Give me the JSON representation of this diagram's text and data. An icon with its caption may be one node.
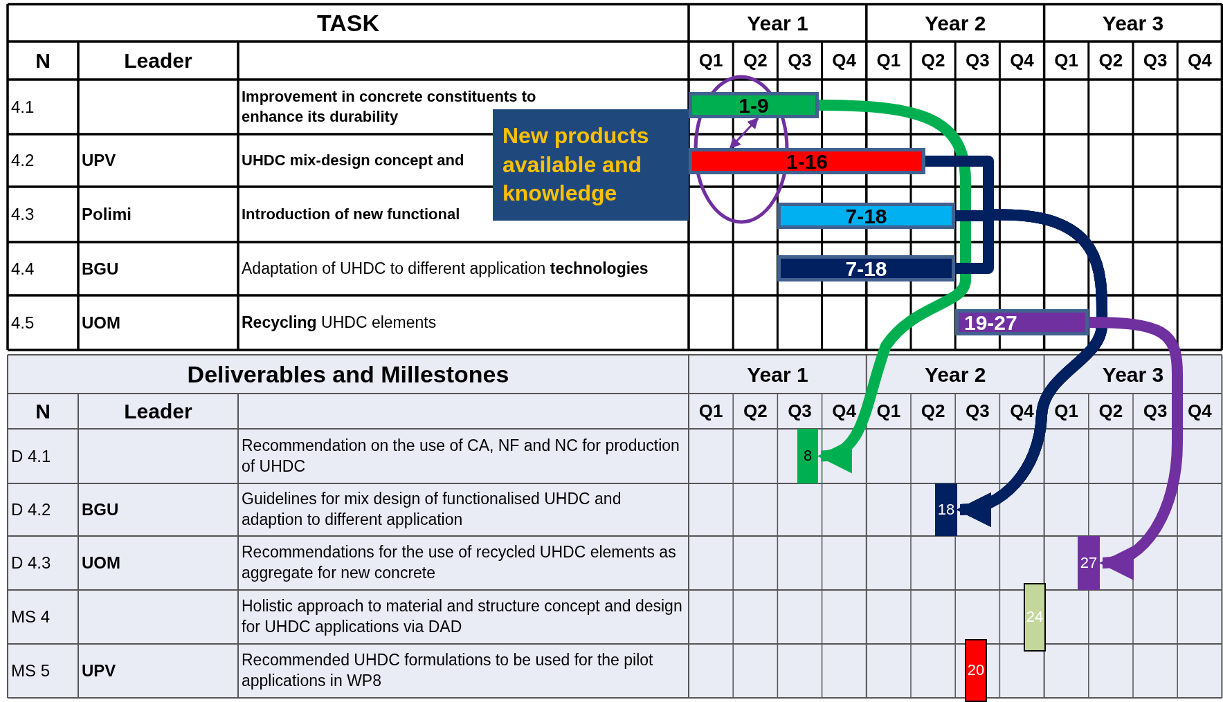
{
  "diagram": {
    "nodes": [
      {
        "text": [
          "1-9"
        ]
      },
      {
        "text": [
          "1-16"
        ]
      },
      {
        "text": [
          "7-18"
        ]
      },
      {
        "text": [
          "7-18"
        ]
      },
      {
        "text": [
          "19-27"
        ]
      },
      {
        "text": [
          "8"
        ]
      },
      {
        "text": [
          "18"
        ]
      },
      {
        "text": [
          "27"
        ]
      },
      {
        "text": [
          "24"
        ]
      },
      {
        "text": [
          "20"
        ]
      },
      {
        "text": [
          "New products available and knowledge"
        ]
      }
    ],
    "edges": [
      {
        "from": 0,
        "to": 1,
        "arrow": "both",
        "color": "#7030a0"
      },
      {
        "from": 0,
        "to": 5,
        "arrow": "to",
        "color": "#00b050"
      },
      {
        "from": 1,
        "to": 6,
        "arrow": "to",
        "color": "#002060"
      },
      {
        "from": 2,
        "to": 6,
        "arrow": "to",
        "color": "#002060"
      },
      {
        "from": 3,
        "to": 6,
        "arrow": "to",
        "color": "#002060"
      },
      {
        "from": 4,
        "to": 7,
        "arrow": "to",
        "color": "#7030a0"
      }
    ],
    "labels": [
      "TASK",
      "Year 1",
      "Year 2",
      "Year 3",
      "N",
      "Leader",
      "Q1",
      "Q2",
      "Q3",
      "Q4",
      "Q1",
      "Q2",
      "Q3",
      "Q4",
      "Q1",
      "Q2",
      "Q3",
      "Q4",
      "4.1",
      "Improvement in concrete constituents to enhance its durability",
      "4.2",
      "UPV",
      "UHDC mix-design concept and",
      "4.3",
      "Polimi",
      "Introduction of new functional",
      "4.4",
      "BGU",
      "Adaptation of UHDC to different application **technologies**",
      "4.5",
      "UOM",
      "**Recycling** UHDC elements",
      "Deliverables and Millestones",
      "Year 1",
      "Year 2",
      "Year 3",
      "N",
      "Leader",
      "Q1",
      "Q2",
      "Q3",
      "Q4",
      "Q1",
      "Q2",
      "Q3",
      "Q4",
      "Q1",
      "Q2",
      "Q3",
      "Q4",
      "D 4.1",
      "Recommendation on the use of CA, NF and NC for production of UHDC",
      "D 4.2",
      "BGU",
      "Guidelines for mix design of functionalised UHDC and adaption to different application",
      "D 4.3",
      "UOM",
      "Recommendations for the use of recycled UHDC elements as aggregate for new concrete",
      "MS 4",
      "Holistic approach to material and structure concept and design for UHDC applications via DAD",
      "MS 5",
      "UPV",
      "Recommended UHDC formulations to be used for the pilot applications in WP8"
    ]
  }
}
